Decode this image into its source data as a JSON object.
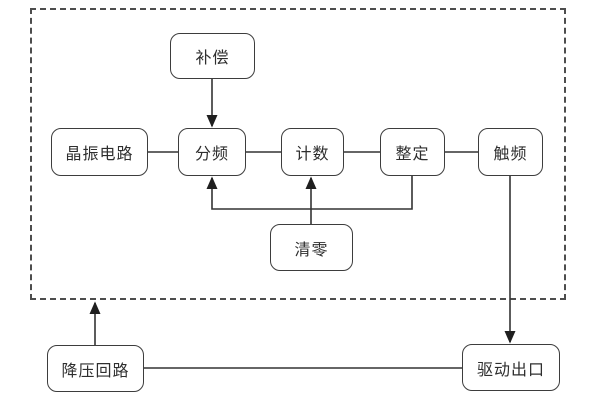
{
  "diagram": {
    "type": "block-diagram",
    "background": "#ffffff",
    "nodes": {
      "compensation": "补偿",
      "crystal_oscillator": "晶振电路",
      "frequency_divider": "分频",
      "counter": "计数",
      "setting": "整定",
      "trigger_frequency": "触频",
      "reset": "清零",
      "step_down_circuit": "降压回路",
      "drive_output": "驱动出口"
    },
    "connections": [
      {
        "from": "compensation",
        "to": "frequency_divider",
        "arrow": "to"
      },
      {
        "from": "crystal_oscillator",
        "to": "frequency_divider",
        "arrow": "none"
      },
      {
        "from": "frequency_divider",
        "to": "counter",
        "arrow": "none"
      },
      {
        "from": "counter",
        "to": "setting",
        "arrow": "none"
      },
      {
        "from": "setting",
        "to": "trigger_frequency",
        "arrow": "none"
      },
      {
        "from": "setting",
        "to": "frequency_divider",
        "arrow": "to",
        "route": "down-left-up"
      },
      {
        "from": "reset",
        "to": "counter",
        "arrow": "to"
      },
      {
        "from": "trigger_frequency",
        "to": "drive_output",
        "arrow": "to"
      },
      {
        "from": "step_down_circuit",
        "to": "dashed_region_border",
        "arrow": "to"
      },
      {
        "from": "step_down_circuit",
        "to": "drive_output",
        "arrow": "none"
      }
    ],
    "colors": {
      "line": "#333333",
      "arrowhead": "#1f1f1f",
      "box_border": "#3d3d3d",
      "box_fill": "#ffffff",
      "text": "#2e2e2e",
      "dashed_border": "#4d4d4d"
    }
  }
}
